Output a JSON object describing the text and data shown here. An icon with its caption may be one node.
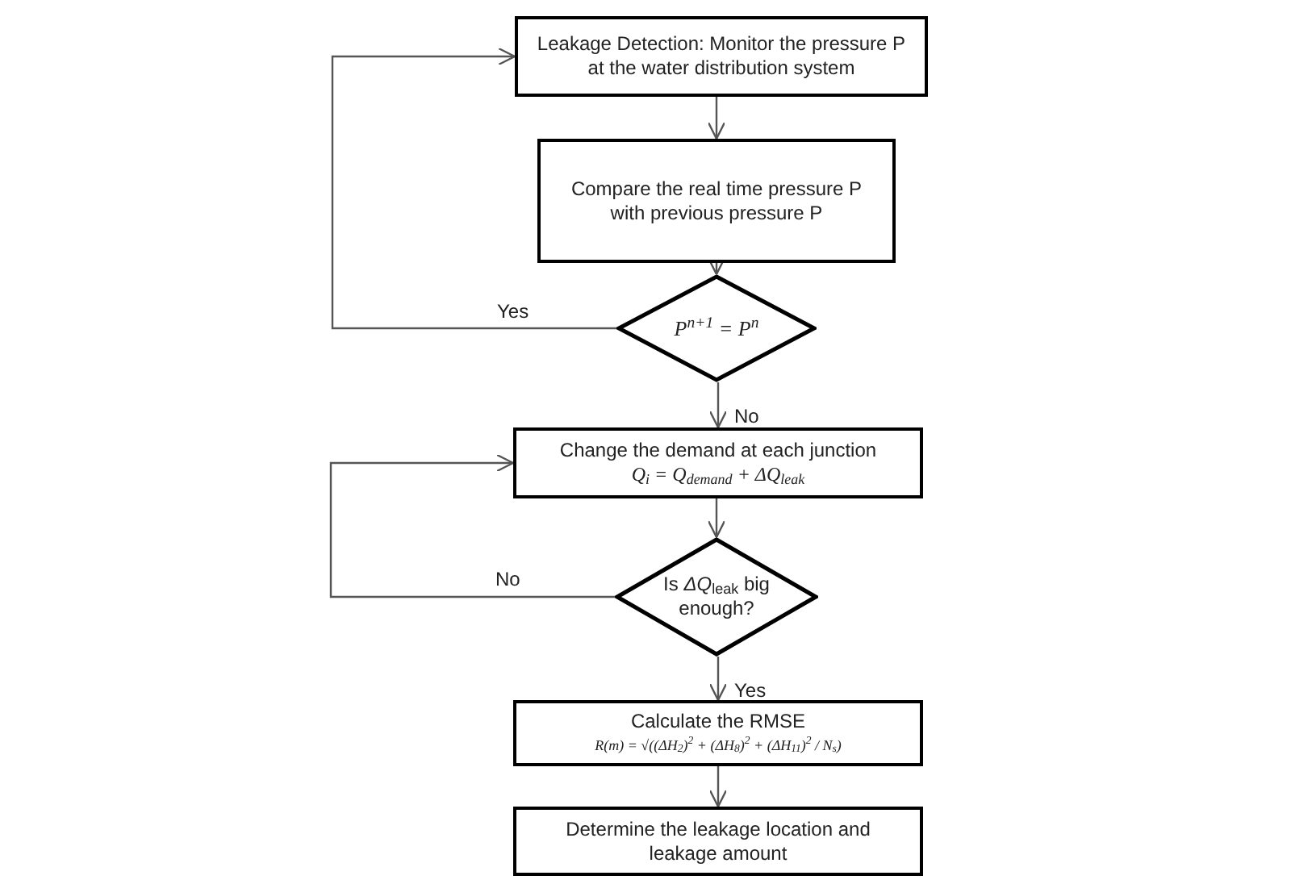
{
  "diagram": {
    "nodes": [
      {
        "text": [
          "Leakage Detection: Monitor the pressure P at the water distribution system"
        ]
      },
      {
        "text": [
          "Compare the real time pressure P with previous pressure P"
        ]
      },
      {
        "text": [
          "P$^{n+1}$ = P$^{n}$"
        ]
      },
      {
        "text": [
          "Change the demand at each junction",
          "Q$_{i}$ = Q$_{demand}$ + ΔQ$_{leak}$"
        ]
      },
      {
        "text": [
          "Is *ΔQ*$_{leak}$ big enough?"
        ]
      },
      {
        "text": [
          "Calculate the RMSE",
          "R(m) = √((ΔH$_{2}$)$^{2}$ + (ΔH$_{8}$)$^{2}$ + (ΔH$_{11}$)$^{2}$ / N$_{s}$)"
        ]
      },
      {
        "text": [
          "Determine the leakage location and leakage amount"
        ]
      }
    ],
    "edges": [
      {
        "from": 0,
        "to": 1,
        "arrow": "to"
      },
      {
        "from": 1,
        "to": 2,
        "arrow": "to"
      },
      {
        "from": 2,
        "to": 0,
        "label": "Yes",
        "arrow": "to"
      },
      {
        "from": 2,
        "to": 3,
        "label": "No",
        "arrow": "to"
      },
      {
        "from": 3,
        "to": 4,
        "arrow": "to"
      },
      {
        "from": 4,
        "to": 3,
        "label": "No",
        "arrow": "to"
      },
      {
        "from": 4,
        "to": 5,
        "label": "Yes",
        "arrow": "to"
      },
      {
        "from": 5,
        "to": 6,
        "arrow": "to"
      }
    ]
  }
}
